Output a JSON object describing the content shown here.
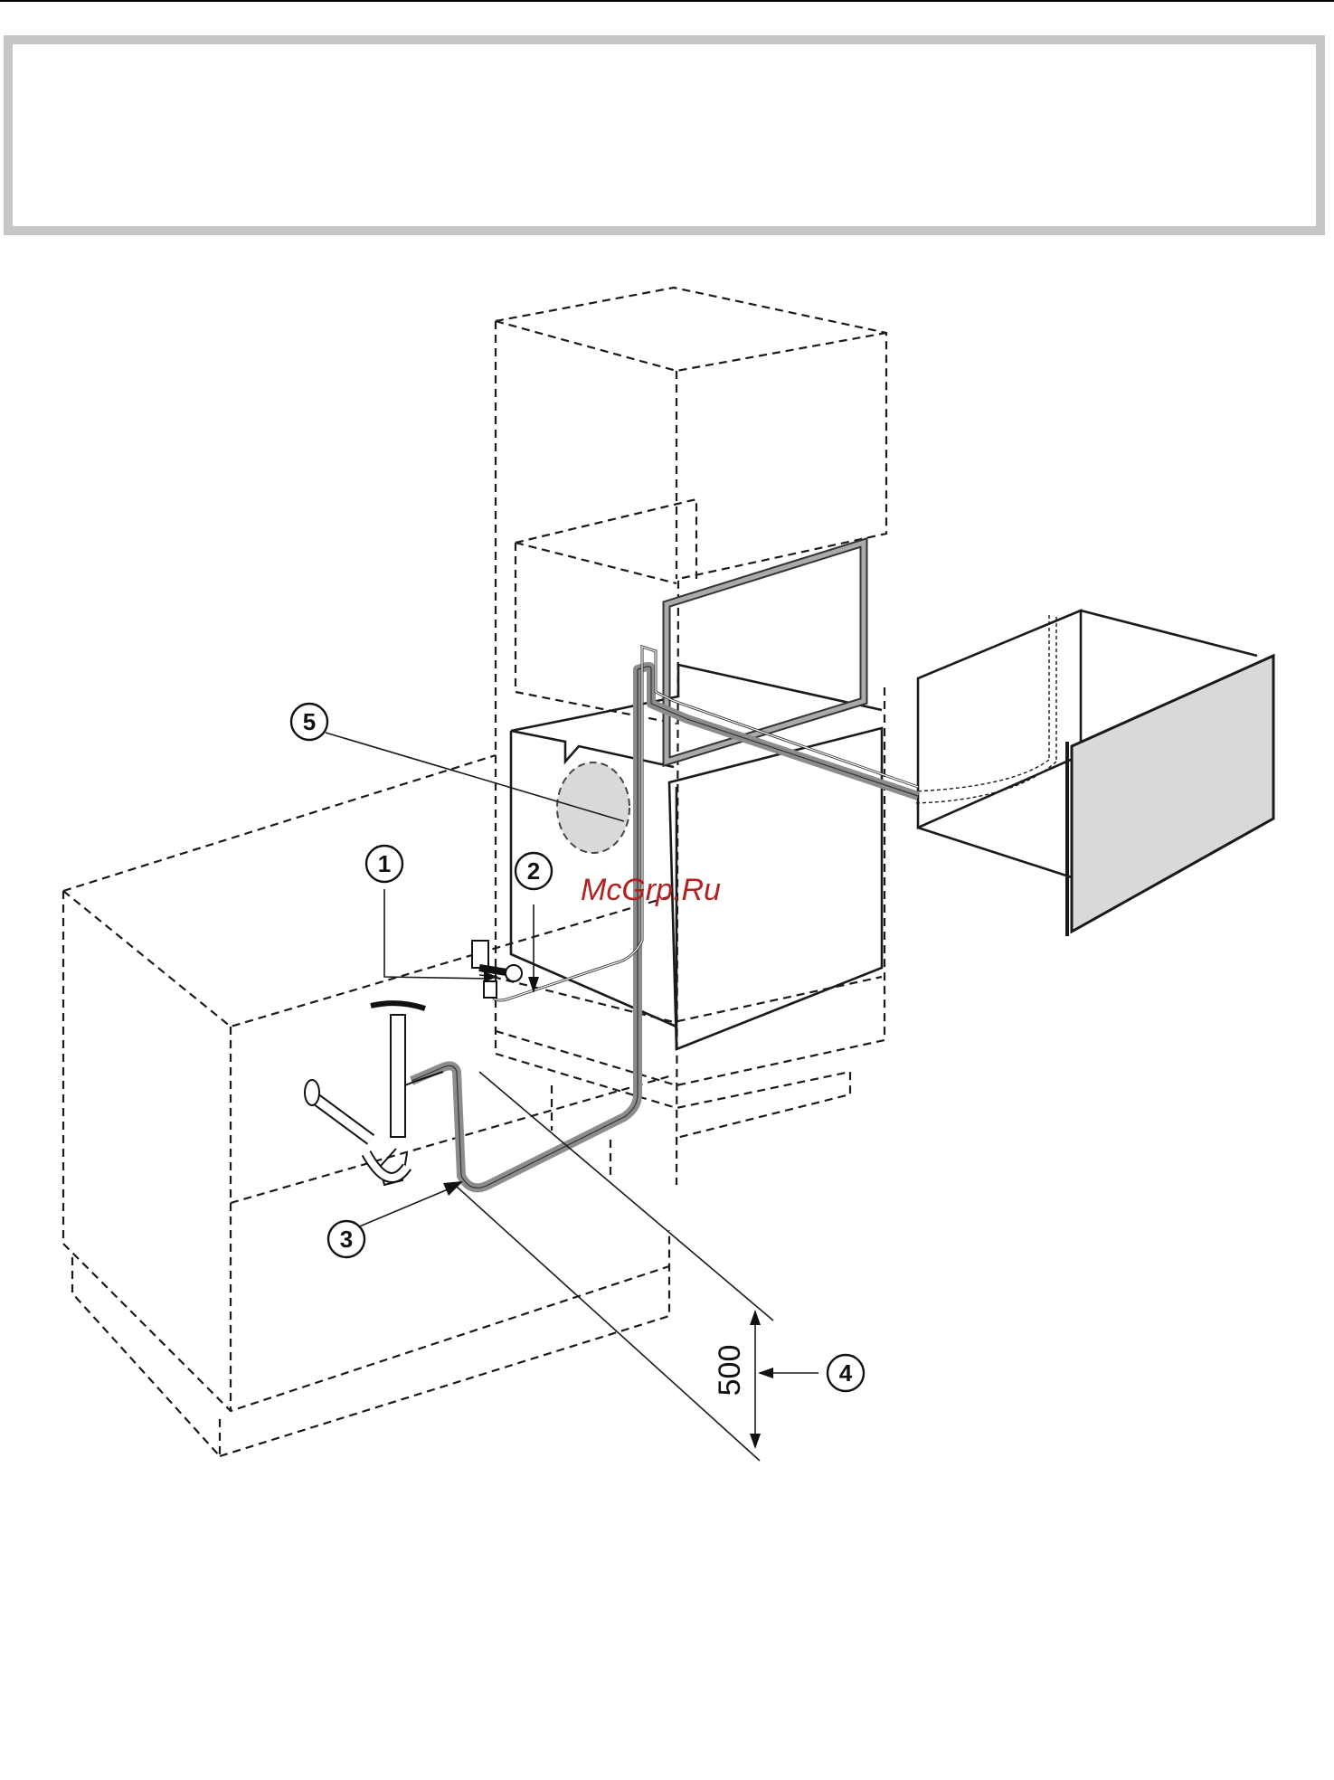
{
  "header": {
    "title": ""
  },
  "diagram": {
    "callouts": [
      {
        "id": "1",
        "label": "1"
      },
      {
        "id": "2",
        "label": "2"
      },
      {
        "id": "3",
        "label": "3"
      },
      {
        "id": "4",
        "label": "4"
      },
      {
        "id": "5",
        "label": "5"
      }
    ],
    "dimension": "500",
    "watermark": "McGrp.Ru"
  },
  "colors": {
    "hose": "#8c8c8c",
    "panel_fill": "#d9d9d9",
    "line": "#1a1a1a",
    "header_border": "#c6c6c6",
    "watermark": "#b22222"
  }
}
